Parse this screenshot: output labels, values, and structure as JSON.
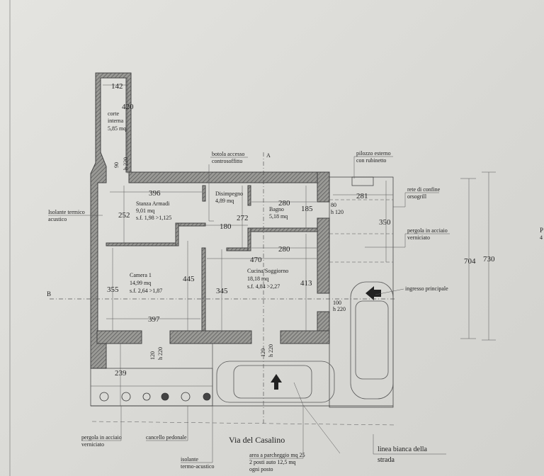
{
  "plan": {
    "rooms": {
      "corte": {
        "name_1": "corte",
        "name_2": "interna",
        "area": "5,85 mq",
        "width": "142",
        "length": "420",
        "door_w": "90",
        "door_h": "h 220"
      },
      "stanza": {
        "name": "Stanza Armadi",
        "area": "9,01 mq",
        "sf": "s.f. 1,98 >1,125",
        "width": "396",
        "depth": "252"
      },
      "disimpegno": {
        "name": "Disimpegno",
        "area": "4,89 mq",
        "width": "180",
        "depth": "272"
      },
      "bagno": {
        "name": "Bagno",
        "area": "5,18 mq",
        "width": "280",
        "depth": "185",
        "win_w": "80",
        "win_h": "h 120"
      },
      "camera": {
        "name": "Camera 1",
        "area": "14,99 mq",
        "sf": "s.f. 2,64 >1,87",
        "width": "397",
        "depth": "355",
        "depth2": "445",
        "door_w": "120",
        "door_h": "h 220"
      },
      "cucina": {
        "name": "Cucina/Soggiorno",
        "area": "18,18 mq",
        "sf": "s.f. 4,84 >2,27",
        "width": "470",
        "width2": "280",
        "depth": "413",
        "depth2": "345",
        "door_w": "120",
        "door_h": "h 220",
        "entry_w": "100",
        "entry_h": "h 220"
      }
    },
    "exterior": {
      "yard_width": "281",
      "pergola_depth": "350",
      "garden_width": "239",
      "total_1": "704",
      "total_2": "730"
    },
    "section_b": "B",
    "section_a": "A",
    "edge_text": "P",
    "edge_text_2": "4"
  },
  "annotations": {
    "botola_1": "botola accesso",
    "botola_2": "controsoffitto",
    "isolante_1": "Isolante termico",
    "isolante_2": "acustico",
    "pilozzo_1": "pilozzo esterno",
    "pilozzo_2": "con rubinetto",
    "rete_1": "rete di confine",
    "rete_2": "orsogrill",
    "pergola_r_1": "pergola in acciaio",
    "pergola_r_2": "verniciato",
    "ingresso": "ingresso principale",
    "pergola_b_1": "pergola  in acciaio",
    "pergola_b_2": "verniciato",
    "cancello": "cancello pedonale",
    "street": "Via del Casalino",
    "isolante_b_1": "isolante",
    "isolante_b_2": "termo-acustico",
    "parcheggio_1": "area a parcheggio mq 25",
    "parcheggio_2": "2 posti auto 12,5 mq",
    "parcheggio_3": "ogni posto",
    "linea_1": "linea bianca della",
    "linea_2": "strada"
  }
}
